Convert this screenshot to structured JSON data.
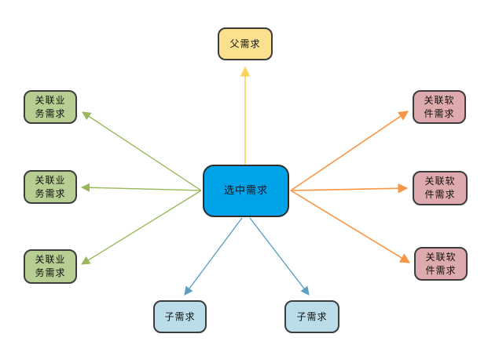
{
  "diagram": {
    "title": "requirement-relations-graph",
    "background_color": "#ffffff",
    "node_border_color": "#3c3c3c",
    "nodes": {
      "parent": {
        "label": "父需求",
        "fill": "#fbe08e"
      },
      "center": {
        "label": "选中需求",
        "fill": "#00a2e8"
      },
      "biz1": {
        "label": "关联业务需求",
        "fill": "#b7ce92"
      },
      "biz2": {
        "label": "关联业务需求",
        "fill": "#b7ce92"
      },
      "biz3": {
        "label": "关联业务需求",
        "fill": "#b7ce92"
      },
      "soft1": {
        "label": "关联软件需求",
        "fill": "#deaaad"
      },
      "soft2": {
        "label": "关联软件需求",
        "fill": "#deaaad"
      },
      "soft3": {
        "label": "关联软件需求",
        "fill": "#deaaad"
      },
      "child1": {
        "label": "子需求",
        "fill": "#badde9"
      },
      "child2": {
        "label": "子需求",
        "fill": "#badde9"
      }
    },
    "edges": [
      {
        "from": "center",
        "to": "parent",
        "color": "#fbd35c"
      },
      {
        "from": "center",
        "to": "biz1",
        "color": "#9ab859"
      },
      {
        "from": "center",
        "to": "biz2",
        "color": "#9ab859"
      },
      {
        "from": "center",
        "to": "biz3",
        "color": "#9ab859"
      },
      {
        "from": "center",
        "to": "soft1",
        "color": "#f79646"
      },
      {
        "from": "center",
        "to": "soft2",
        "color": "#f79646"
      },
      {
        "from": "center",
        "to": "soft3",
        "color": "#f79646"
      },
      {
        "from": "center",
        "to": "child1",
        "color": "#5c9fc2"
      },
      {
        "from": "center",
        "to": "child2",
        "color": "#5c9fc2"
      }
    ]
  }
}
